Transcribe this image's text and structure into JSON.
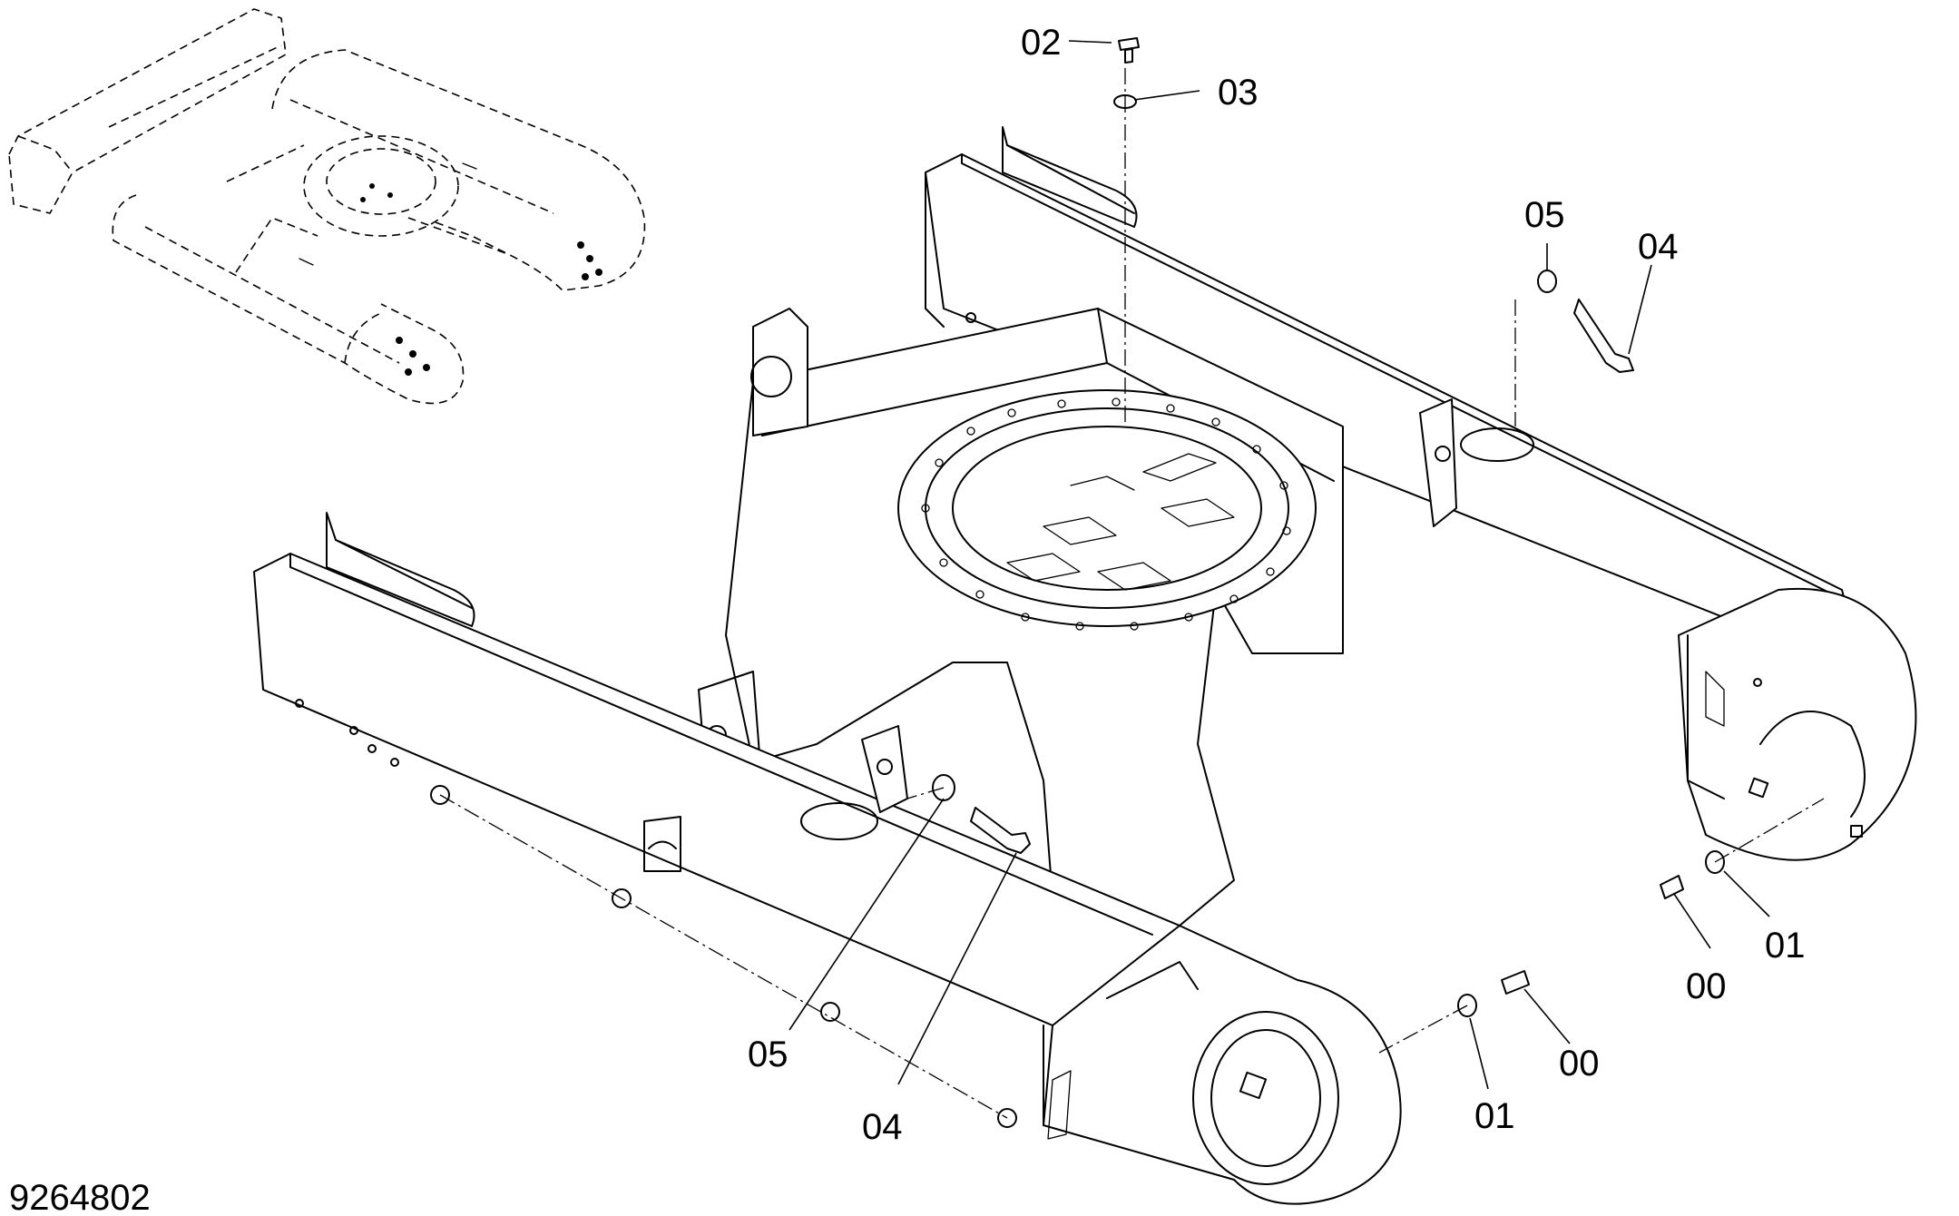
{
  "drawing_number": "9264802",
  "callouts": {
    "c02_top": "02",
    "c03_top": "03",
    "c05_right": "05",
    "c04_right": "04",
    "c05_left": "05",
    "c04_left": "04",
    "c01_mid": "01",
    "c00_mid": "00",
    "c00_right": "00",
    "c01_right": "01"
  }
}
